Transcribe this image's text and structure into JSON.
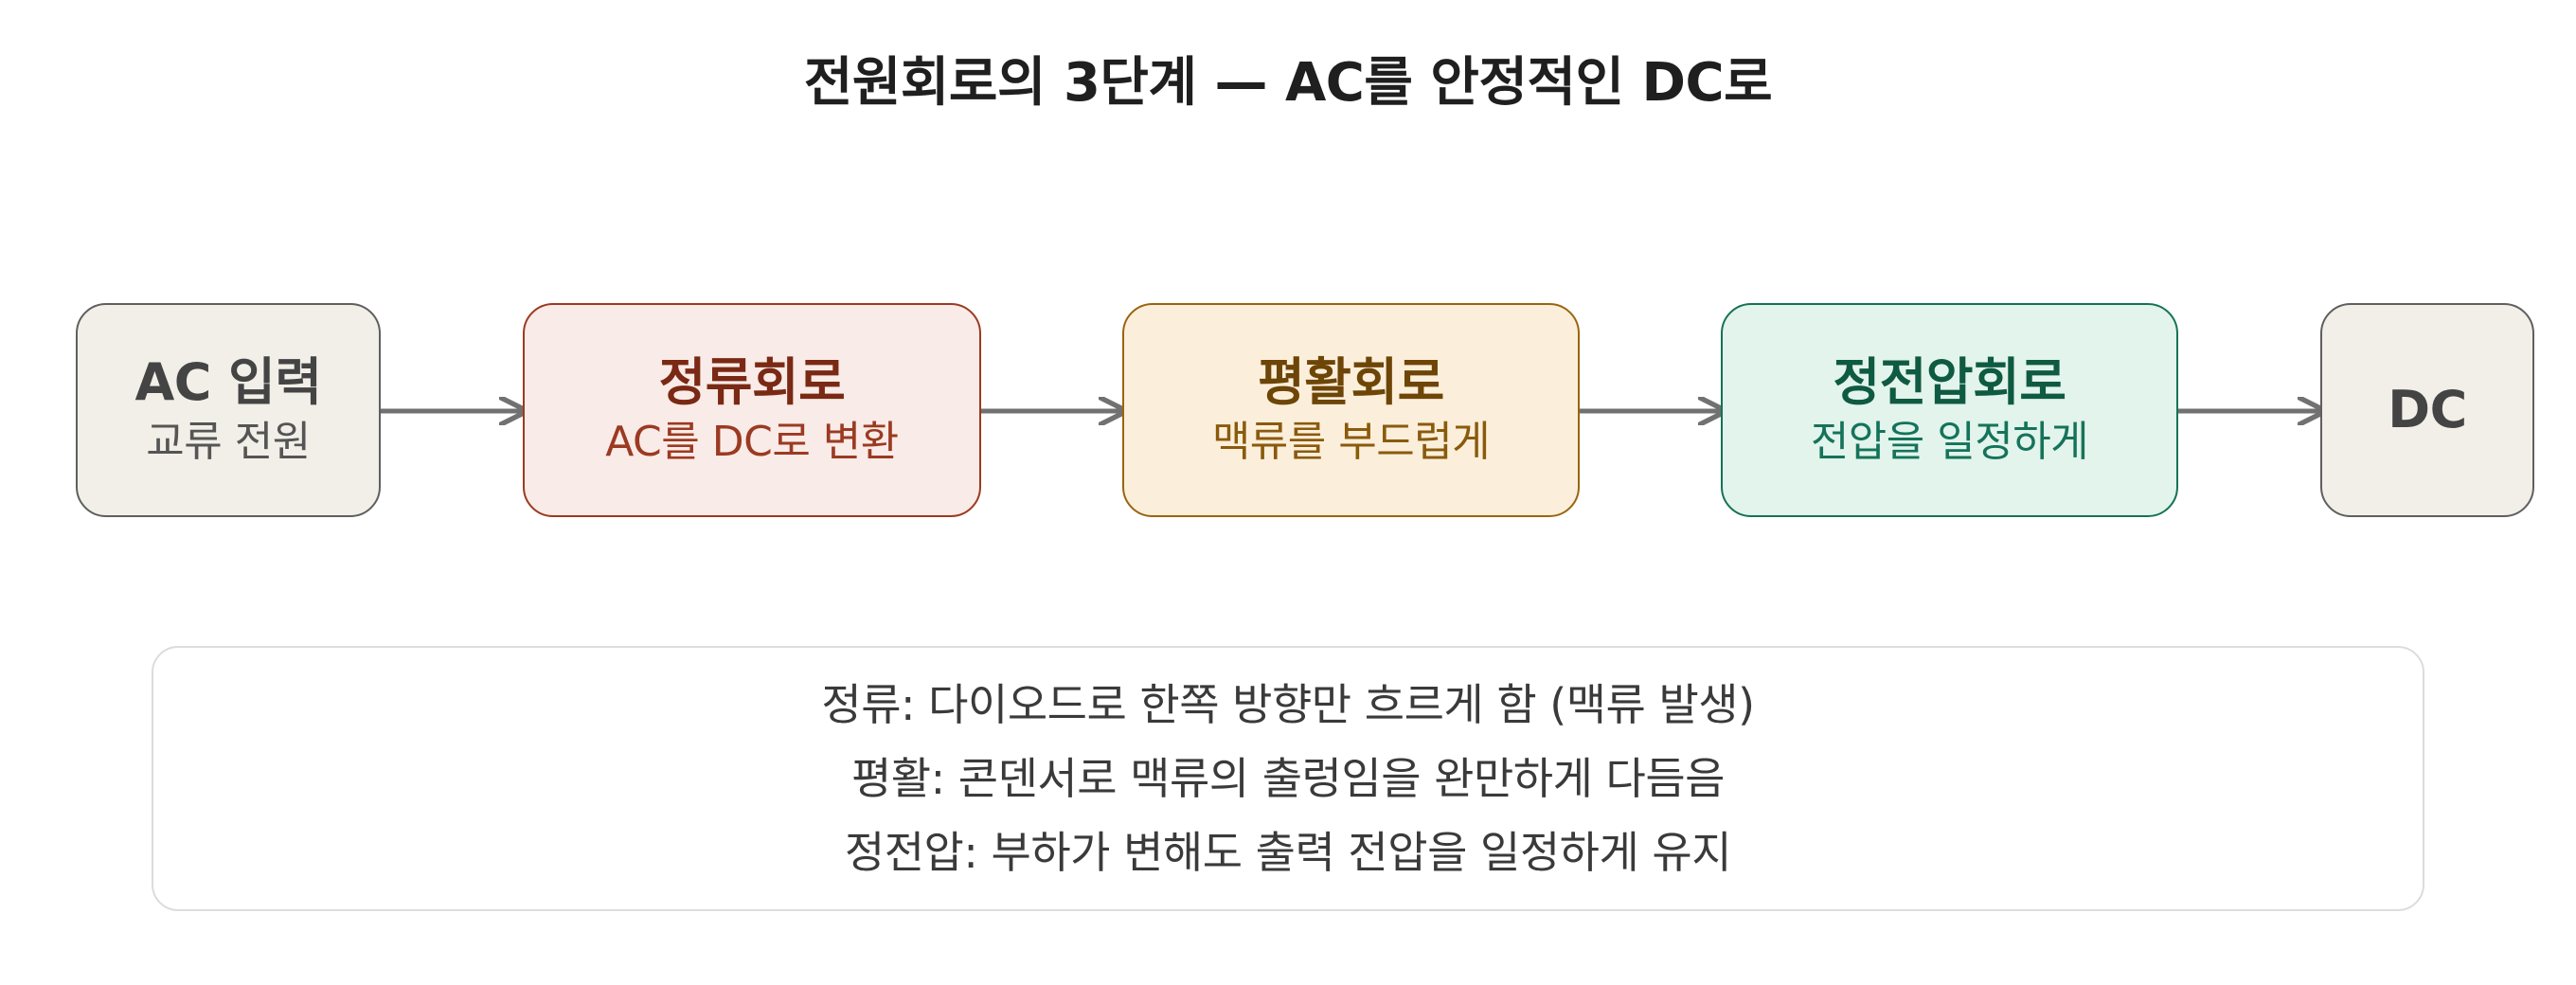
{
  "title": "전원회로의 3단계 — AC를 안정적인 DC로",
  "nodes": [
    {
      "id": "ac",
      "title": "AC 입력",
      "subtitle": "교류 전원",
      "fill": "#f2efe8",
      "border": "#5f5f5f",
      "title_color": "#444444",
      "subtitle_color": "#555555"
    },
    {
      "id": "rect",
      "title": "정류회로",
      "subtitle": "AC를 DC로 변환",
      "fill": "#f9ebe7",
      "border": "#9b3a22",
      "title_color": "#7a2914",
      "subtitle_color": "#9b3a22"
    },
    {
      "id": "smooth",
      "title": "평활회로",
      "subtitle": "맥류를 부드럽게",
      "fill": "#fbefdb",
      "border": "#9a6410",
      "title_color": "#6d4507",
      "subtitle_color": "#8a5a0c"
    },
    {
      "id": "reg",
      "title": "정전압회로",
      "subtitle": "전압을 일정하게",
      "fill": "#e2f4ec",
      "border": "#157255",
      "title_color": "#0f5a42",
      "subtitle_color": "#15735a"
    },
    {
      "id": "dc",
      "title": "DC",
      "subtitle": "",
      "fill": "#f2efe8",
      "border": "#5f5f5f",
      "title_color": "#444444",
      "subtitle_color": "#555555"
    }
  ],
  "arrow_color": "#717171",
  "notes": [
    "정류: 다이오드로 한쪽 방향만 흐르게 함 (맥류 발생)",
    "평활: 콘덴서로 맥류의 출렁임을 완만하게 다듬음",
    "정전압: 부하가 변해도 출력 전압을 일정하게 유지"
  ]
}
